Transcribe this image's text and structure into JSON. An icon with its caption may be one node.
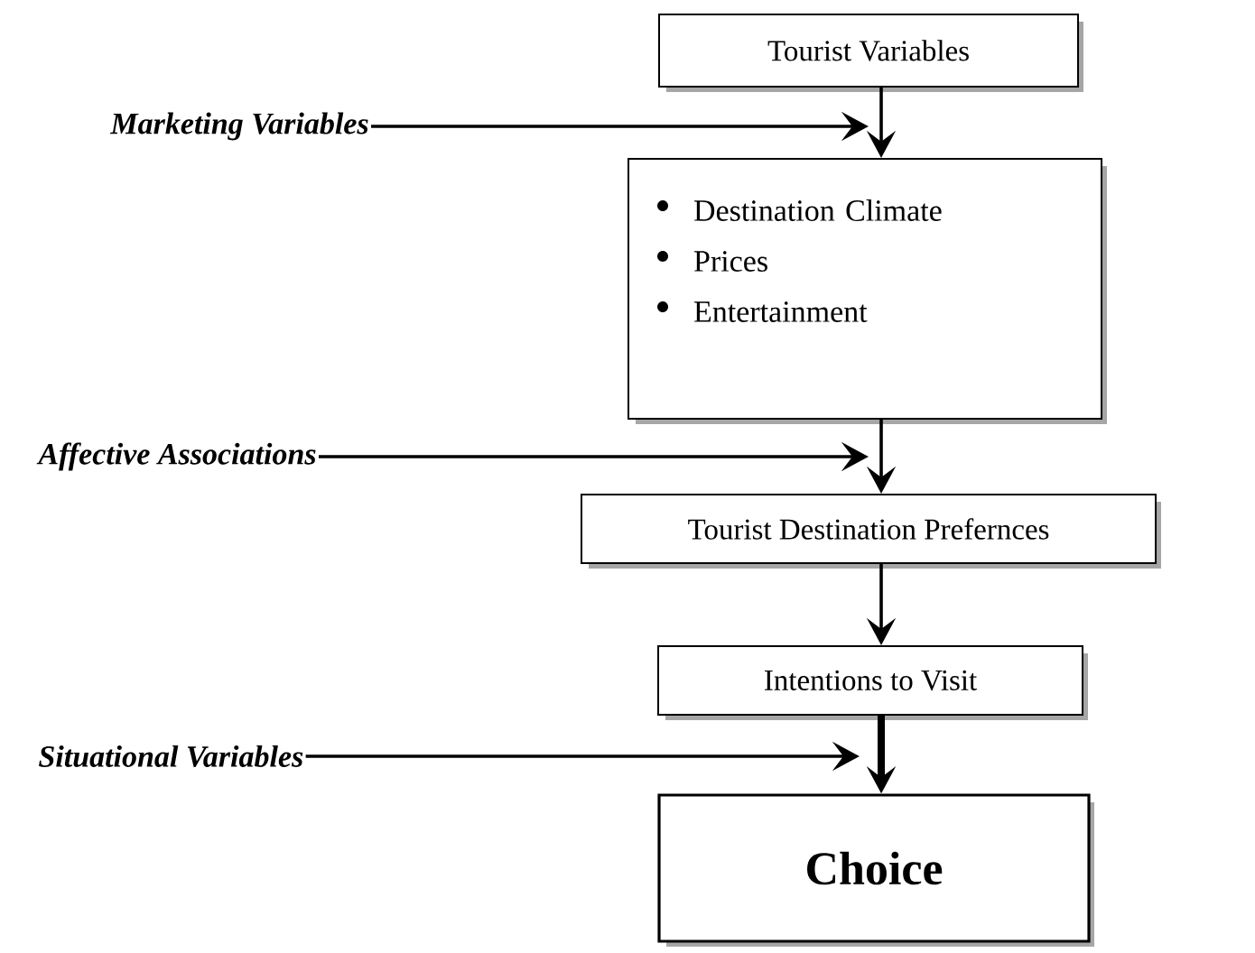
{
  "diagram": {
    "nodes": [
      {
        "text": [
          "Tourist Variables"
        ]
      },
      {
        "text": [
          "Destination Climate",
          "Prices",
          "Entertainment"
        ]
      },
      {
        "text": [
          "Tourist Destination Prefernces"
        ]
      },
      {
        "text": [
          "Intentions to Visit"
        ]
      },
      {
        "text": [
          "Choice"
        ]
      },
      {
        "text": [
          "Marketing Variables"
        ]
      },
      {
        "text": [
          "Affective Associations"
        ]
      },
      {
        "text": [
          "Situational Variables"
        ]
      }
    ],
    "edges": [
      {
        "from": 0,
        "to": 1,
        "arrow": "to"
      },
      {
        "from": 5,
        "to": null,
        "arrow": "to"
      },
      {
        "from": 1,
        "to": 2,
        "arrow": "to"
      },
      {
        "from": 6,
        "to": null,
        "arrow": "to"
      },
      {
        "from": 2,
        "to": 3,
        "arrow": "to"
      },
      {
        "from": 3,
        "to": 4,
        "arrow": "to",
        "style": "thick"
      },
      {
        "from": 7,
        "to": null,
        "arrow": "to"
      }
    ]
  }
}
